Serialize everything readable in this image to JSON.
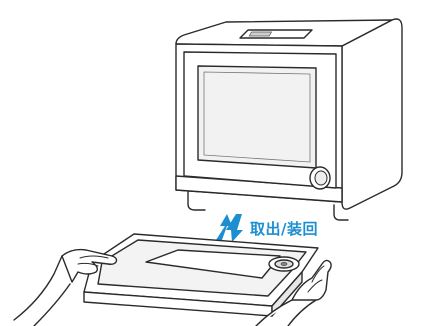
{
  "caption": {
    "text": "取出/装回",
    "color": "#1d8fd0"
  },
  "colors": {
    "line": "#2a2a2a",
    "fill": "#ffffff",
    "shade": "#e6e6e6",
    "arrow": "#1d8fd0"
  },
  "icons": {
    "arrow": "up-down-arrows",
    "action": "remove-reinstall"
  }
}
